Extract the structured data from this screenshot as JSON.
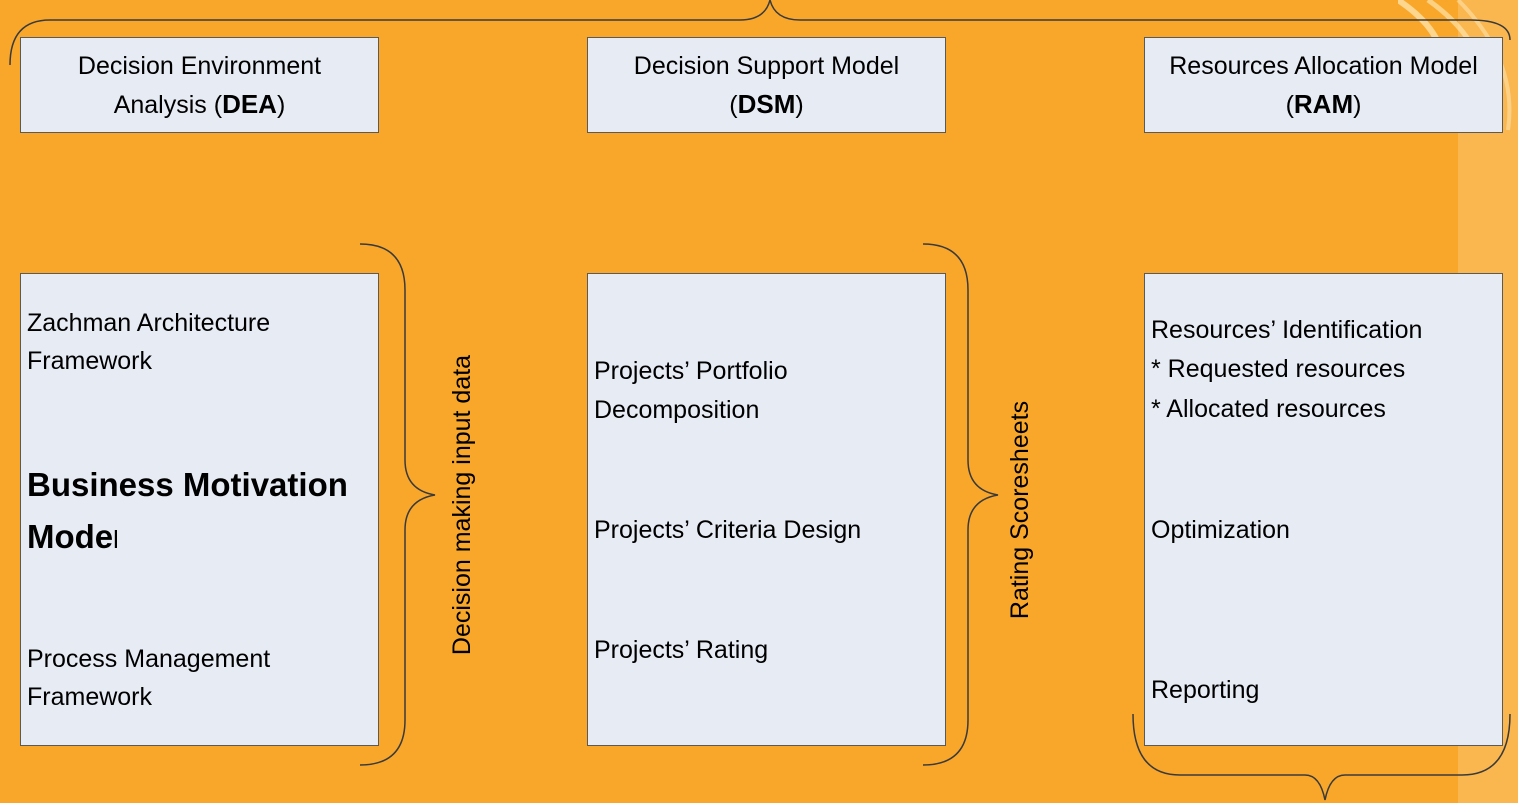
{
  "colors": {
    "background": "#F9A72B",
    "box_fill": "#E6EBF4",
    "box_border": "#5A5A5A"
  },
  "headers": {
    "dea": {
      "line1": "Decision Environment",
      "line2_pre": "Analysis (",
      "abbr": "DEA",
      "line2_post": ")"
    },
    "dsm": {
      "line1": "Decision Support Model",
      "line2_pre": "(",
      "abbr": "DSM",
      "line2_post": ")"
    },
    "ram": {
      "line1": "Resources Allocation Model",
      "line2_pre": "(",
      "abbr": "RAM",
      "line2_post": ")"
    }
  },
  "dea_box": {
    "zachman_1": "Zachman Architecture",
    "zachman_2": "Framework",
    "bmm_1": "Business Motivation",
    "bmm_2_bold": "Mode",
    "bmm_2_tail": "l",
    "process_1": "Process Management",
    "process_2": "Framework"
  },
  "dsm_box": {
    "portfolio_1": "Projects’ Portfolio",
    "portfolio_2": "Decomposition",
    "criteria": "Projects’ Criteria Design",
    "rating": "Projects’ Rating"
  },
  "ram_box": {
    "ident": "Resources’ Identification",
    "requested": "* Requested resources",
    "allocated": "* Allocated resources",
    "optimization": "Optimization",
    "reporting": "Reporting"
  },
  "connectors": {
    "dea_to_dsm": "Decision making input data",
    "dsm_to_ram": "Rating Scoresheets"
  }
}
